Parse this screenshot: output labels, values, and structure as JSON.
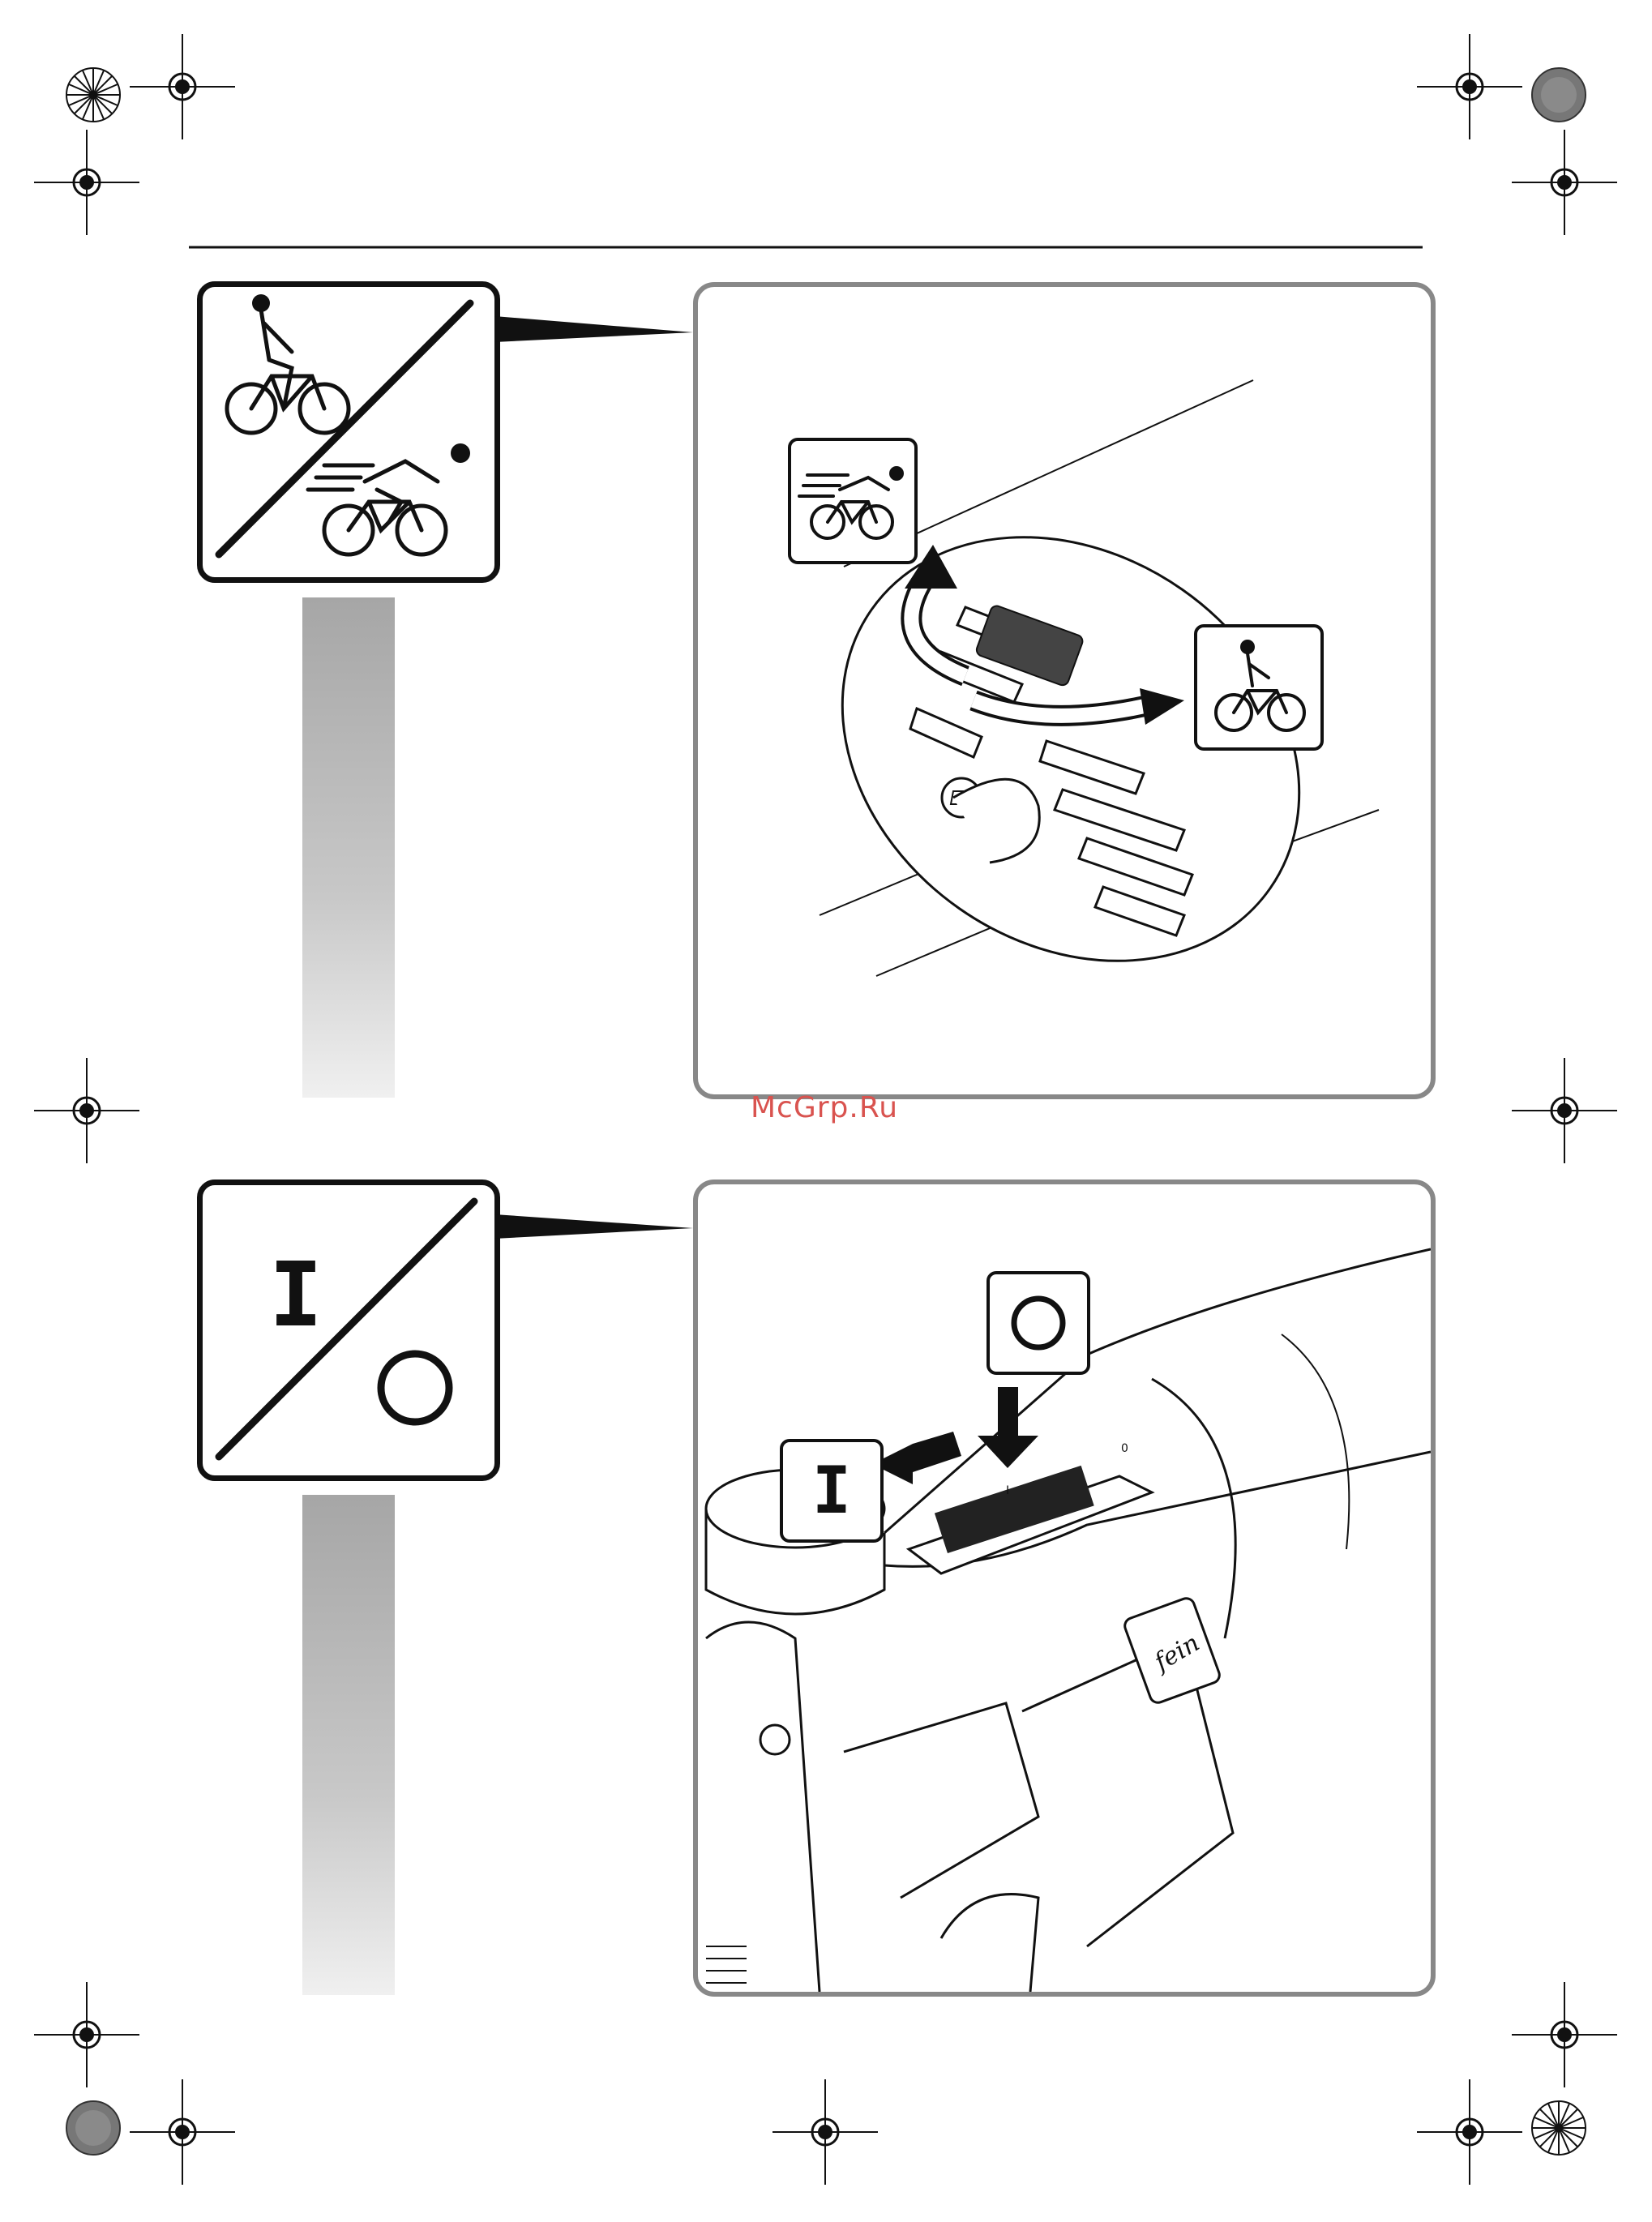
{
  "watermark": "McGrp.Ru",
  "figure1": {
    "icon_main": "bicycle-slow-fast-icon",
    "icon_fast": "bicycle-fast-icon",
    "icon_slow": "bicycle-slow-icon"
  },
  "figure2": {
    "icon_main": "on-off-switch-icon",
    "label_on": "I",
    "label_off": "O",
    "switch_on_mark": "I",
    "switch_off_mark": "0"
  }
}
